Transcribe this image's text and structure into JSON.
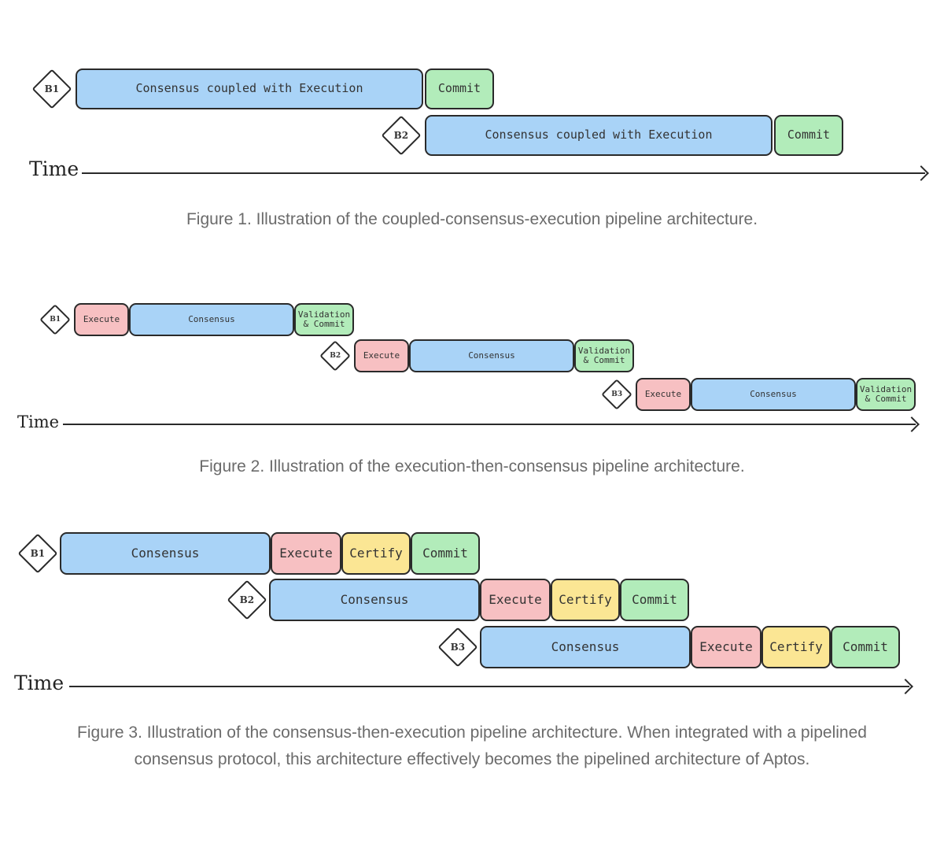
{
  "figures": [
    {
      "caption": "Figure 1. Illustration of the coupled-consensus-execution pipeline architecture.",
      "axis_label": "Time",
      "rows": [
        {
          "block": "B1",
          "stages": [
            {
              "label": "Consensus coupled with Execution",
              "color": "blue"
            },
            {
              "label": "Commit",
              "color": "green"
            }
          ]
        },
        {
          "block": "B2",
          "stages": [
            {
              "label": "Consensus coupled with Execution",
              "color": "blue"
            },
            {
              "label": "Commit",
              "color": "green"
            }
          ]
        }
      ]
    },
    {
      "caption": "Figure 2. Illustration of the execution-then-consensus pipeline architecture.",
      "axis_label": "Time",
      "rows": [
        {
          "block": "B1",
          "stages": [
            {
              "label": "Execute",
              "color": "red"
            },
            {
              "label": "Consensus",
              "color": "blue"
            },
            {
              "label": "Validation\n& Commit",
              "color": "green"
            }
          ]
        },
        {
          "block": "B2",
          "stages": [
            {
              "label": "Execute",
              "color": "red"
            },
            {
              "label": "Consensus",
              "color": "blue"
            },
            {
              "label": "Validation\n& Commit",
              "color": "green"
            }
          ]
        },
        {
          "block": "B3",
          "stages": [
            {
              "label": "Execute",
              "color": "red"
            },
            {
              "label": "Consensus",
              "color": "blue"
            },
            {
              "label": "Validation\n& Commit",
              "color": "green"
            }
          ]
        }
      ]
    },
    {
      "caption": "Figure 3. Illustration of the consensus-then-execution pipeline architecture. When integrated with a pipelined consensus protocol, this architecture effectively becomes the pipelined architecture of Aptos.",
      "axis_label": "Time",
      "rows": [
        {
          "block": "B1",
          "stages": [
            {
              "label": "Consensus",
              "color": "blue"
            },
            {
              "label": "Execute",
              "color": "red"
            },
            {
              "label": "Certify",
              "color": "yellow"
            },
            {
              "label": "Commit",
              "color": "green"
            }
          ]
        },
        {
          "block": "B2",
          "stages": [
            {
              "label": "Consensus",
              "color": "blue"
            },
            {
              "label": "Execute",
              "color": "red"
            },
            {
              "label": "Certify",
              "color": "yellow"
            },
            {
              "label": "Commit",
              "color": "green"
            }
          ]
        },
        {
          "block": "B3",
          "stages": [
            {
              "label": "Consensus",
              "color": "blue"
            },
            {
              "label": "Execute",
              "color": "red"
            },
            {
              "label": "Certify",
              "color": "yellow"
            },
            {
              "label": "Commit",
              "color": "green"
            }
          ]
        }
      ]
    }
  ]
}
